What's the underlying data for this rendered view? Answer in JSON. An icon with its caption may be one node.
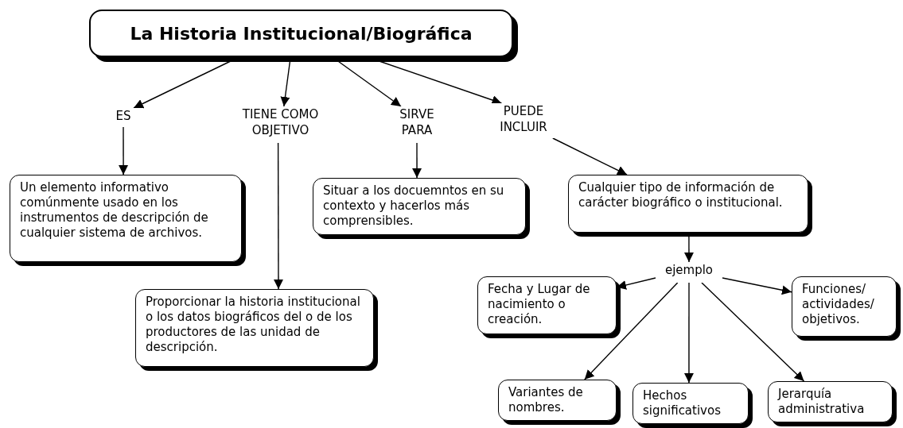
{
  "diagram": {
    "nodes": [
      {
        "text": [
          "La Historia Institucional/Biográfica"
        ]
      },
      {
        "text": [
          "ES"
        ]
      },
      {
        "text": [
          "TIENE COMO OBJETIVO"
        ]
      },
      {
        "text": [
          "SIRVE PARA"
        ]
      },
      {
        "text": [
          "PUEDE INCLUIR"
        ]
      },
      {
        "text": [
          "Un elemento informativo comúnmente usado en los instrumentos de descripción de cualquier sistema de archivos."
        ]
      },
      {
        "text": [
          "Proporcionar la historia institucional o los datos biográficos del o de los productores de las unidad de descripción."
        ]
      },
      {
        "text": [
          "Situar a los docuemntos en su contexto y hacerlos más comprensibles."
        ]
      },
      {
        "text": [
          "Cualquier tipo de información de carácter biográfico o institucional."
        ]
      },
      {
        "text": [
          "ejemplo"
        ]
      },
      {
        "text": [
          "Fecha y Lugar de nacimiento o creación."
        ]
      },
      {
        "text": [
          "Funciones/ actividades/ objetivos."
        ]
      },
      {
        "text": [
          "Variantes de nombres."
        ]
      },
      {
        "text": [
          "Hechos significativos"
        ]
      },
      {
        "text": [
          "Jerarquía administrativa"
        ]
      }
    ],
    "edges": [
      {
        "from": 0,
        "to": 1,
        "arrow": "to"
      },
      {
        "from": 0,
        "to": 2,
        "arrow": "to"
      },
      {
        "from": 0,
        "to": 3,
        "arrow": "to"
      },
      {
        "from": 0,
        "to": 4,
        "arrow": "to"
      },
      {
        "from": 1,
        "to": 5,
        "arrow": "to"
      },
      {
        "from": 2,
        "to": 6,
        "arrow": "to"
      },
      {
        "from": 3,
        "to": 7,
        "arrow": "to"
      },
      {
        "from": 4,
        "to": 8,
        "arrow": "to"
      },
      {
        "from": 8,
        "to": 9,
        "arrow": "to"
      },
      {
        "from": 9,
        "to": 10,
        "arrow": "to"
      },
      {
        "from": 9,
        "to": 11,
        "arrow": "to"
      },
      {
        "from": 9,
        "to": 12,
        "arrow": "to"
      },
      {
        "from": 9,
        "to": 13,
        "arrow": "to"
      },
      {
        "from": 9,
        "to": 14,
        "arrow": "to"
      }
    ]
  }
}
